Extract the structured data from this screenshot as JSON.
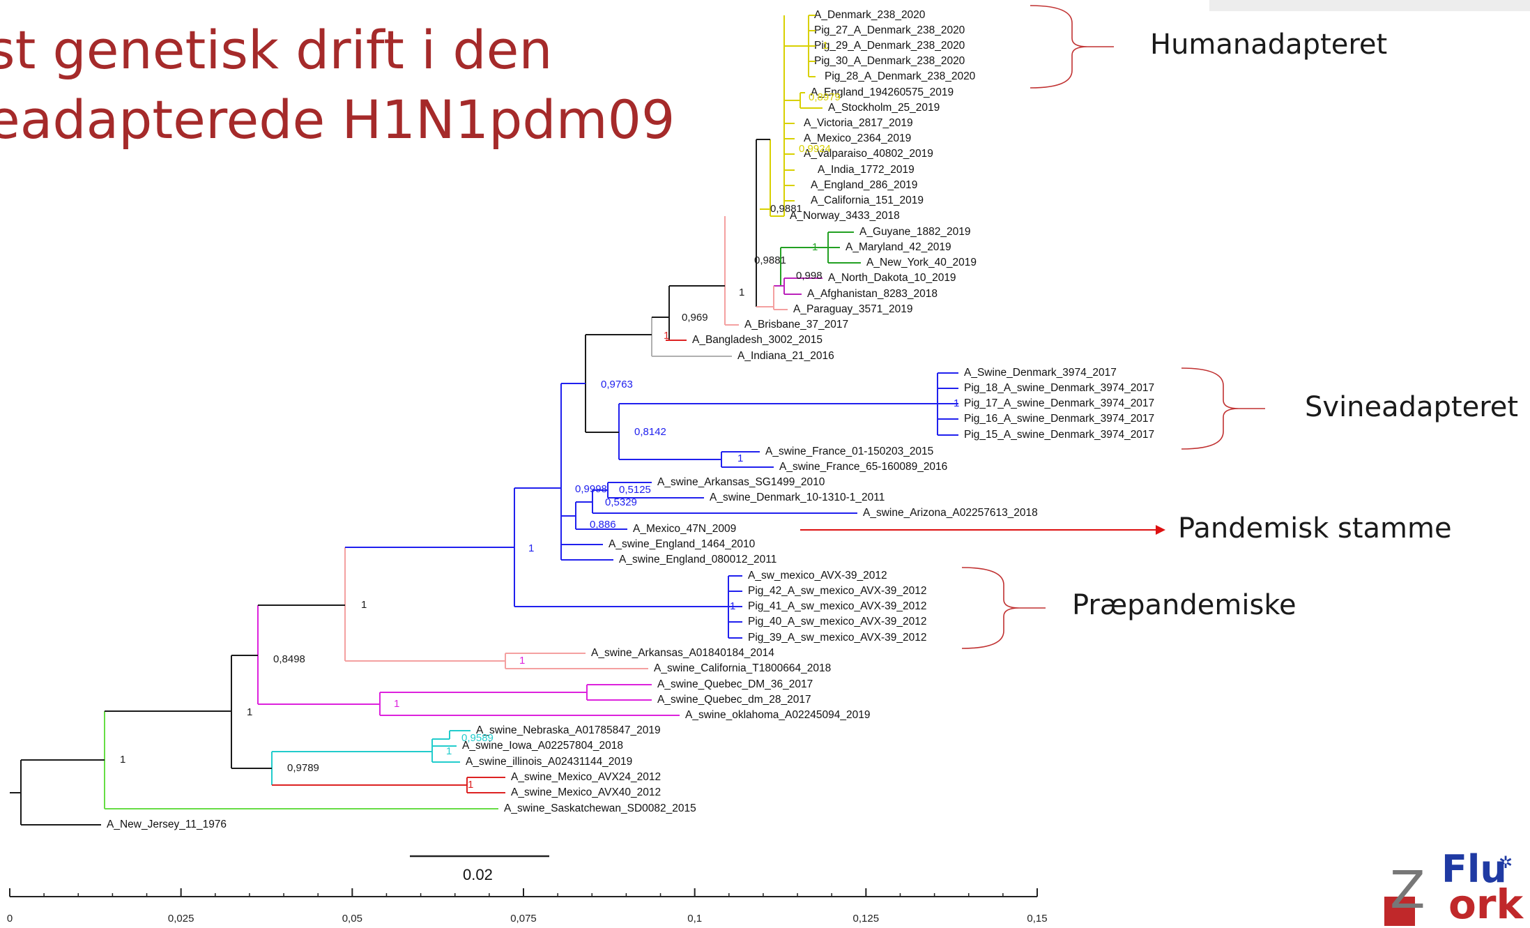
{
  "title": {
    "line1": "st genetisk drift i den",
    "line2": "eadapterede H1N1pdm09"
  },
  "groups": {
    "humanadapted": "Humanadapteret",
    "swineadapted": "Svineadapteret",
    "pandemic": "Pandemisk stamme",
    "prepandemic": "Præpandemiske"
  },
  "scale_bar": {
    "label": "0.02"
  },
  "axis": {
    "ticks": [
      "0",
      "0,025",
      "0,05",
      "0,075",
      "0,1",
      "0,125",
      "0,15"
    ]
  },
  "leaves": [
    "A_Denmark_238_2020",
    "Pig_27_A_Denmark_238_2020",
    "Pig_29_A_Denmark_238_2020",
    "Pig_30_A_Denmark_238_2020",
    "Pig_28_A_Denmark_238_2020",
    "A_England_194260575_2019",
    "A_Stockholm_25_2019",
    "A_Victoria_2817_2019",
    "A_Mexico_2364_2019",
    "A_Valparaiso_40802_2019",
    "A_India_1772_2019",
    "A_England_286_2019",
    "A_California_151_2019",
    "A_Norway_3433_2018",
    "A_Guyane_1882_2019",
    "A_Maryland_42_2019",
    "A_New_York_40_2019",
    "A_North_Dakota_10_2019",
    "A_Afghanistan_8283_2018",
    "A_Paraguay_3571_2019",
    "A_Brisbane_37_2017",
    "A_Bangladesh_3002_2015",
    "A_Indiana_21_2016",
    "A_Swine_Denmark_3974_2017",
    "Pig_18_A_swine_Denmark_3974_2017",
    "Pig_17_A_swine_Denmark_3974_2017",
    "Pig_16_A_swine_Denmark_3974_2017",
    "Pig_15_A_swine_Denmark_3974_2017",
    "A_swine_France_01-150203_2015",
    "A_swine_France_65-160089_2016",
    "A_swine_Arkansas_SG1499_2010",
    "A_swine_Denmark_10-1310-1_2011",
    "A_swine_Arizona_A02257613_2018",
    "A_Mexico_47N_2009",
    "A_swine_England_1464_2010",
    "A_swine_England_080012_2011",
    "A_sw_mexico_AVX-39_2012",
    "Pig_42_A_sw_mexico_AVX-39_2012",
    "Pig_41_A_sw_mexico_AVX-39_2012",
    "Pig_40_A_sw_mexico_AVX-39_2012",
    "Pig_39_A_sw_mexico_AVX-39_2012",
    "A_swine_Arkansas_A01840184_2014",
    "A_swine_California_T1800664_2018",
    "A_swine_Quebec_DM_36_2017",
    "A_swine_Quebec_dm_28_2017",
    "A_swine_oklahoma_A02245094_2019",
    "A_swine_Nebraska_A01785847_2019",
    "A_swine_Iowa_A02257804_2018",
    "A_swine_illinois_A02431144_2019",
    "A_swine_Mexico_AVX24_2012",
    "A_swine_Mexico_AVX40_2012",
    "A_swine_Saskatchewan_SD0082_2015",
    "A_New_Jersey_11_1976"
  ],
  "support_values": [
    "1",
    "0,8979",
    "0,9924",
    "0,9881",
    "1",
    "0,9881",
    "0,998",
    "1",
    "0,969",
    "1",
    "0,9763",
    "1",
    "0,8142",
    "1",
    "0,9998",
    "0,5125",
    "0,5329",
    "0,886",
    "1",
    "1",
    "1",
    "1",
    "0,8498",
    "1",
    "1",
    "0,9589",
    "1",
    "1",
    "0,9789",
    "1"
  ],
  "colors": {
    "human": "#d8d000",
    "swine_blue": "#2020ee",
    "green": "#22a022",
    "purple": "#bb22bb",
    "salmon": "#f4a0a0",
    "red": "#dd2222",
    "gray": "#b0b0b0",
    "magenta": "#dd22dd",
    "cyan": "#22cccc",
    "light_green": "#66dd44",
    "black": "#1a1a1a",
    "title": "#a52a2a",
    "arrow": "#dd1111",
    "logo_blue": "#1f3aa3",
    "logo_red": "#c0282a"
  },
  "logo": {
    "text_top": "Flu",
    "text_bottom": "ork",
    "text_left": "Z"
  }
}
